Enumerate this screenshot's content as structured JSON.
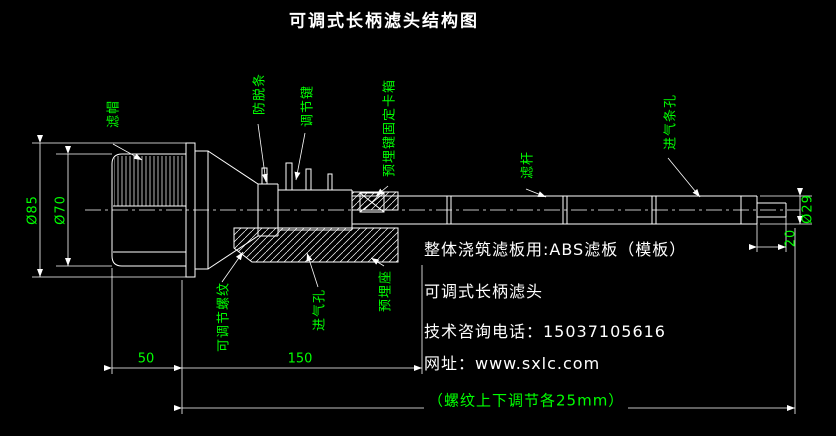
{
  "title": "可调式长柄滤头结构图",
  "part_labels": {
    "filter_cap": "滤帽",
    "anti_slip_strip": "防脱条",
    "adjusting_key": "调节键",
    "embedded_key_fixing_box": "预埋键固定卡箱",
    "filter_rod": "滤杆",
    "air_inlet_slot_holes": "进气条孔",
    "adjustable_thread": "可调节螺纹",
    "air_inlet_hole": "进气孔",
    "embedded_seat": "预埋座"
  },
  "dimensions": {
    "dia_85": "Ø85",
    "dia_70": "Ø70",
    "dia_29": "Ø29",
    "len_20": "20",
    "len_50": "50",
    "len_150": "150"
  },
  "notes": {
    "filter_board": "整体浇筑滤板用:ABS滤板（模板）",
    "product_name": "可调式长柄滤头",
    "phone": "技术咨询电话：15037105616",
    "website": "网址：www.sxlc.com",
    "thread_adjust": "（螺纹上下调节各25mm）"
  },
  "colors": {
    "background": "#000000",
    "line": "#ffffff",
    "label": "#00ff00"
  }
}
